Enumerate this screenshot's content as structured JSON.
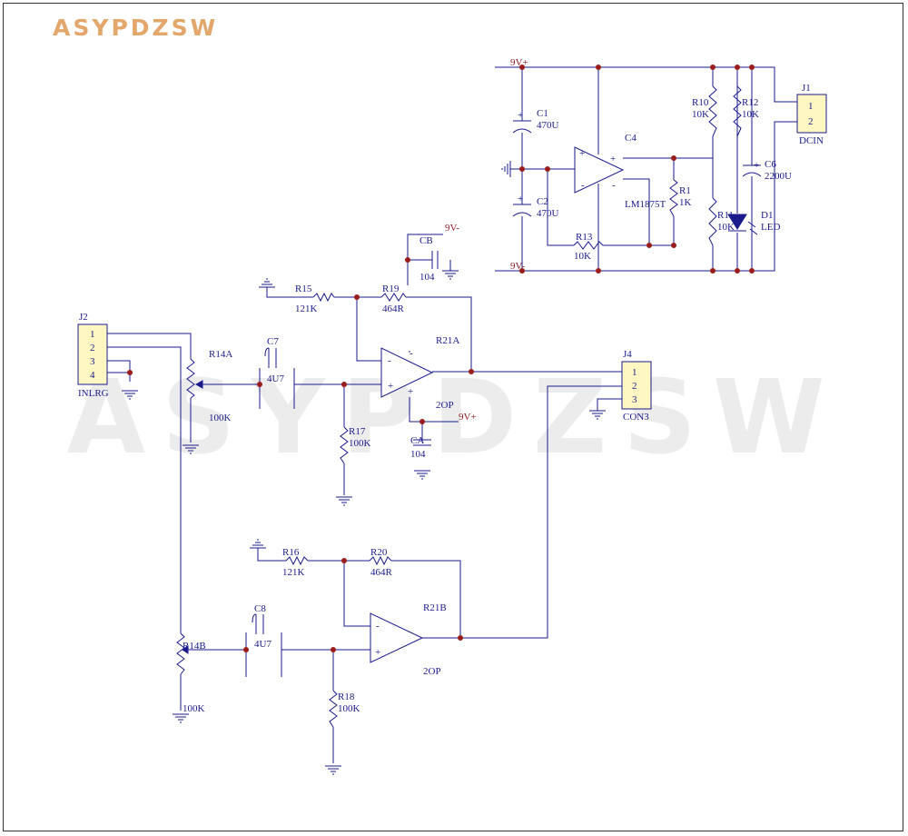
{
  "brand": "ASYPDZSW",
  "watermark": "ASYPDZSW",
  "colors": {
    "wire": "#1a1a8c",
    "junction": "#9b1c1c",
    "connector_fill": "#fff7c2",
    "rail_label": "#8b1a1a",
    "logo": "#e3a66b"
  },
  "power": {
    "vplus": "9V+",
    "vminus": "9V-"
  },
  "components": {
    "j1": {
      "ref": "J1",
      "pins": [
        "1",
        "2"
      ],
      "name": "DCIN"
    },
    "j2": {
      "ref": "J2",
      "pins": [
        "1",
        "2",
        "3",
        "4"
      ],
      "name": "INLRG"
    },
    "j4": {
      "ref": "J4",
      "pins": [
        "1",
        "2",
        "3"
      ],
      "name": "CON3"
    },
    "c1": {
      "ref": "C1",
      "value": "470U"
    },
    "c2": {
      "ref": "C2",
      "value": "470U"
    },
    "c4": {
      "ref": "C4",
      "value": "LM1875T"
    },
    "c6": {
      "ref": "C6",
      "value": "2200U"
    },
    "c7": {
      "ref": "C7",
      "value": "4U7"
    },
    "c8": {
      "ref": "C8",
      "value": "4U7"
    },
    "ca": {
      "ref": "CA",
      "value": "104"
    },
    "cb": {
      "ref": "CB",
      "value": "104"
    },
    "r1": {
      "ref": "R1",
      "value": "1K"
    },
    "r10": {
      "ref": "R10",
      "value": "10K"
    },
    "r11": {
      "ref": "R11",
      "value": "10K"
    },
    "r12": {
      "ref": "R12",
      "value": "10K"
    },
    "r13": {
      "ref": "R13",
      "value": "10K"
    },
    "r14a": {
      "ref": "R14A",
      "value": "100K"
    },
    "r14b": {
      "ref": "R14B",
      "value": "100K"
    },
    "r15": {
      "ref": "R15",
      "value": "121K"
    },
    "r16": {
      "ref": "R16",
      "value": "121K"
    },
    "r17": {
      "ref": "R17",
      "value": "100K"
    },
    "r18": {
      "ref": "R18",
      "value": "100K"
    },
    "r19": {
      "ref": "R19",
      "value": "464R"
    },
    "r20": {
      "ref": "R20",
      "value": "464R"
    },
    "r21a": {
      "ref": "R21A",
      "value": "2OP"
    },
    "r21b": {
      "ref": "R21B",
      "value": "2OP"
    },
    "d1": {
      "ref": "D1",
      "value": "LED"
    }
  }
}
